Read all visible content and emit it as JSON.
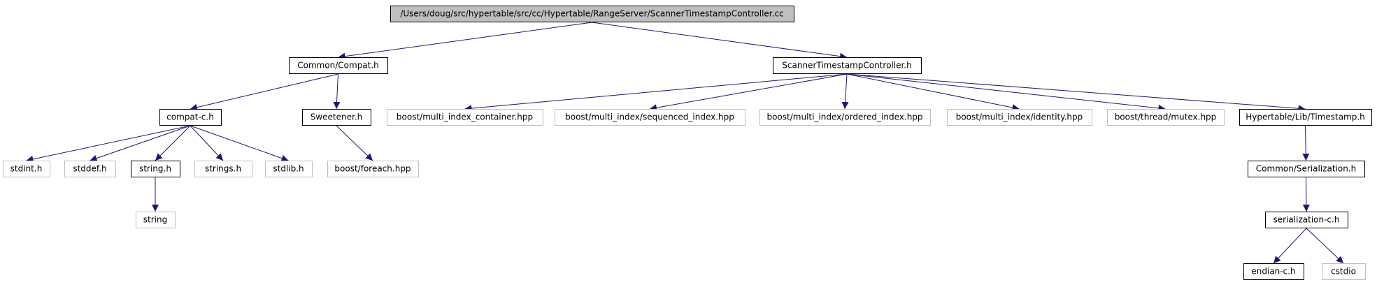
{
  "colors": {
    "edge": "#191970",
    "root_fill": "#bfbfbf",
    "documented_border": "#000000",
    "external_border": "#bfbfbf",
    "node_fill": "#ffffff"
  },
  "nodes": [
    {
      "id": "root",
      "label": "/Users/doug/src/hypertable/src/cc/Hypertable/RangeServer/ScannerTimestampController.cc",
      "kind": "root"
    },
    {
      "id": "compat_h",
      "label": "Common/Compat.h",
      "kind": "documented"
    },
    {
      "id": "stc_h",
      "label": "ScannerTimestampController.h",
      "kind": "documented"
    },
    {
      "id": "compat_c_h",
      "label": "compat-c.h",
      "kind": "documented"
    },
    {
      "id": "sweetener_h",
      "label": "Sweetener.h",
      "kind": "documented"
    },
    {
      "id": "bmi_container",
      "label": "boost/multi_index_container.hpp",
      "kind": "external"
    },
    {
      "id": "bmi_sequenced",
      "label": "boost/multi_index/sequenced_index.hpp",
      "kind": "external"
    },
    {
      "id": "bmi_ordered",
      "label": "boost/multi_index/ordered_index.hpp",
      "kind": "external"
    },
    {
      "id": "bmi_identity",
      "label": "boost/multi_index/identity.hpp",
      "kind": "external"
    },
    {
      "id": "boost_mutex",
      "label": "boost/thread/mutex.hpp",
      "kind": "external"
    },
    {
      "id": "timestamp_h",
      "label": "Hypertable/Lib/Timestamp.h",
      "kind": "documented"
    },
    {
      "id": "stdint_h",
      "label": "stdint.h",
      "kind": "external"
    },
    {
      "id": "stddef_h",
      "label": "stddef.h",
      "kind": "external"
    },
    {
      "id": "string_h",
      "label": "string.h",
      "kind": "documented"
    },
    {
      "id": "strings_h",
      "label": "strings.h",
      "kind": "external"
    },
    {
      "id": "stdlib_h",
      "label": "stdlib.h",
      "kind": "external"
    },
    {
      "id": "boost_foreach",
      "label": "boost/foreach.hpp",
      "kind": "external"
    },
    {
      "id": "serialization_h",
      "label": "Common/Serialization.h",
      "kind": "documented"
    },
    {
      "id": "string",
      "label": "string",
      "kind": "external"
    },
    {
      "id": "serialization_c_h",
      "label": "serialization-c.h",
      "kind": "documented"
    },
    {
      "id": "endian_c_h",
      "label": "endian-c.h",
      "kind": "documented"
    },
    {
      "id": "cstdio",
      "label": "cstdio",
      "kind": "external"
    }
  ],
  "edges": [
    [
      "root",
      "compat_h"
    ],
    [
      "root",
      "stc_h"
    ],
    [
      "compat_h",
      "compat_c_h"
    ],
    [
      "compat_h",
      "sweetener_h"
    ],
    [
      "stc_h",
      "bmi_container"
    ],
    [
      "stc_h",
      "bmi_sequenced"
    ],
    [
      "stc_h",
      "bmi_ordered"
    ],
    [
      "stc_h",
      "bmi_identity"
    ],
    [
      "stc_h",
      "boost_mutex"
    ],
    [
      "stc_h",
      "timestamp_h"
    ],
    [
      "compat_c_h",
      "stdint_h"
    ],
    [
      "compat_c_h",
      "stddef_h"
    ],
    [
      "compat_c_h",
      "string_h"
    ],
    [
      "compat_c_h",
      "strings_h"
    ],
    [
      "compat_c_h",
      "stdlib_h"
    ],
    [
      "sweetener_h",
      "boost_foreach"
    ],
    [
      "string_h",
      "string"
    ],
    [
      "timestamp_h",
      "serialization_h"
    ],
    [
      "serialization_h",
      "serialization_c_h"
    ],
    [
      "serialization_c_h",
      "endian_c_h"
    ],
    [
      "serialization_c_h",
      "cstdio"
    ]
  ]
}
